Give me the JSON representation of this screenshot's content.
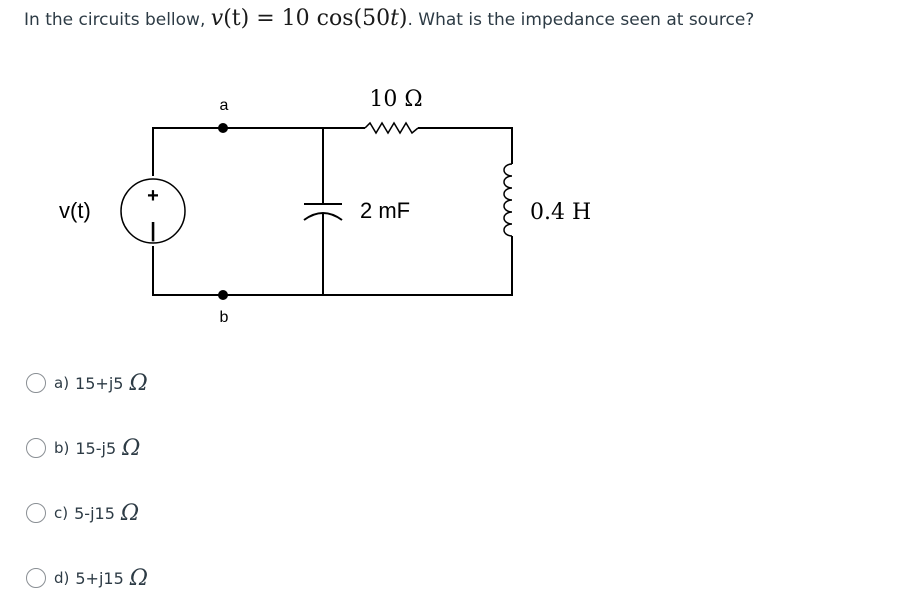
{
  "question": {
    "prefix": "In the circuits bellow, ",
    "math_v": "v",
    "math_t1": "(t)",
    "math_eq": " = 10 cos(50",
    "math_t2": "t",
    "math_close": ")",
    "suffix": ". What is the impedance seen at source?"
  },
  "circuit": {
    "source_label": "v(t)",
    "plus_sign": "+",
    "minus_sign": "|",
    "node_a": "a",
    "node_b": "b",
    "resistor_label": "10 Ω",
    "capacitor_label": "2 mF",
    "inductor_label": "0.4 H"
  },
  "answers": [
    {
      "letter": "a)",
      "value": "15+j5",
      "unit": "Ω"
    },
    {
      "letter": "b)",
      "value": "15-j5",
      "unit": "Ω"
    },
    {
      "letter": "c)",
      "value": "5-j15",
      "unit": "Ω"
    },
    {
      "letter": "d)",
      "value": "5+j15",
      "unit": "Ω"
    }
  ]
}
